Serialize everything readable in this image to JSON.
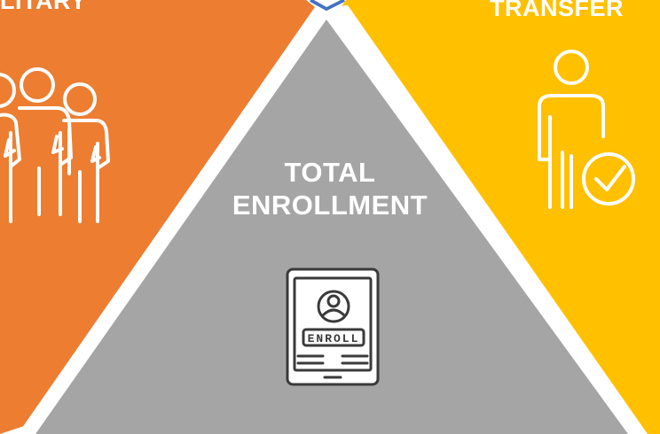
{
  "sections": {
    "left": {
      "label": "LITARY",
      "icon": "group-of-people-icon",
      "color": "#ED7D31"
    },
    "right": {
      "label": "TRANSFER",
      "icon": "person-checkmark-icon",
      "color": "#FFC000"
    },
    "center": {
      "label_line1": "TOTAL",
      "label_line2": "ENROLLMENT",
      "icon": "enrollment-form-icon",
      "color": "#A5A5A5",
      "form_label": "ENROLL"
    },
    "top_connector": {
      "color": "#4472C4"
    }
  }
}
